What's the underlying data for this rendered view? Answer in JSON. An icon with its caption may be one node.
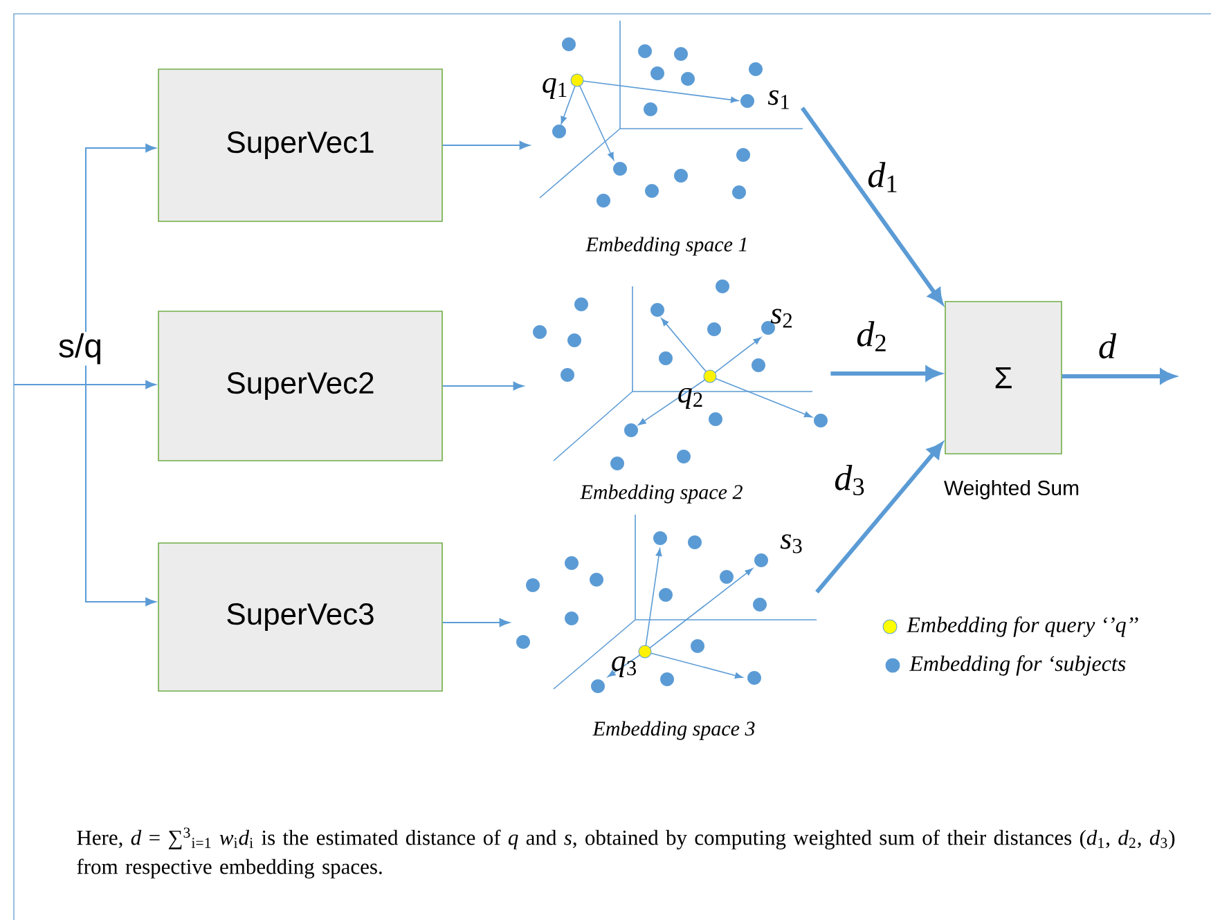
{
  "diagram": {
    "caption": "Here, *d* = ∑$^{3}$$_{i=1}$ *w*$_{i}$*d*$_{i}$ is the estimated distance of *q* and *s*, obtained by computing weighted sum of their distances (*d*$_{1}$, *d*$_{2}$, *d*$_{3}$)  from respective embedding spaces.",
    "nodes": [
      {
        "text": [
          "SuperVec1"
        ]
      },
      {
        "text": [
          "SuperVec2"
        ]
      },
      {
        "text": [
          "SuperVec3"
        ]
      },
      {
        "text": [],
        "shape": "picture",
        "beside": [
          "Embedding space 1"
        ]
      },
      {
        "text": [],
        "shape": "picture",
        "beside": [
          "Embedding space 2"
        ]
      },
      {
        "text": [],
        "shape": "picture",
        "beside": [
          "Embedding space 3"
        ]
      },
      {
        "text": [
          "Σ"
        ],
        "beside": [
          "Weighted Sum"
        ]
      }
    ],
    "edges": [
      {
        "from": null,
        "to": 0,
        "arrow": "to"
      },
      {
        "from": null,
        "to": 1,
        "arrow": "to",
        "label": "s/q"
      },
      {
        "from": null,
        "to": 2,
        "arrow": "to"
      },
      {
        "from": 0,
        "to": 3,
        "arrow": "to"
      },
      {
        "from": 1,
        "to": 4,
        "arrow": "to"
      },
      {
        "from": 2,
        "to": 5,
        "arrow": "to"
      },
      {
        "from": 3,
        "to": 6,
        "arrow": "to",
        "label": "*d*$_{1}$",
        "style": "thick"
      },
      {
        "from": 4,
        "to": 6,
        "arrow": "to",
        "label": "*d*$_{2}$",
        "style": "thick"
      },
      {
        "from": 5,
        "to": 6,
        "arrow": "to",
        "label": "*d*$_{3}$",
        "style": "thick"
      },
      {
        "from": 6,
        "to": null,
        "arrow": "to",
        "label": "*d*",
        "style": "thick"
      }
    ],
    "labels": [
      "*q*$_{1}$",
      "*s*$_{1}$",
      "*q*$_{2}$",
      "*s*$_{2}$",
      "*q*$_{3}$",
      "*s*$_{3}$"
    ],
    "legend": [
      {
        "text": "Embedding for query ‘’q’’",
        "color": "#ffff00"
      },
      {
        "text": "Embedding for ‘subjects",
        "color": "#5b9bd5"
      }
    ]
  }
}
